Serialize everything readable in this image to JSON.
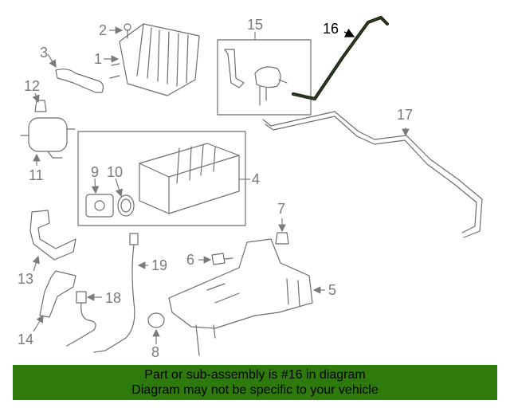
{
  "diagram": {
    "callouts": {
      "c1": "1",
      "c2": "2",
      "c3": "3",
      "c4": "4",
      "c5": "5",
      "c6": "6",
      "c7": "7",
      "c8": "8",
      "c9": "9",
      "c10": "10",
      "c11": "11",
      "c12": "12",
      "c13": "13",
      "c14": "14",
      "c15": "15",
      "c16": "16",
      "c17": "17",
      "c18": "18",
      "c19": "19"
    },
    "highlighted_part": "16",
    "colors": {
      "highlight": "#000000",
      "part_stroke": "#6e6e6e",
      "banner": "#2e7a0c"
    }
  },
  "banner": {
    "line1": "Part or sub-assembly is #16 in diagram",
    "line2": "Diagram may not be specific to your vehicle"
  }
}
